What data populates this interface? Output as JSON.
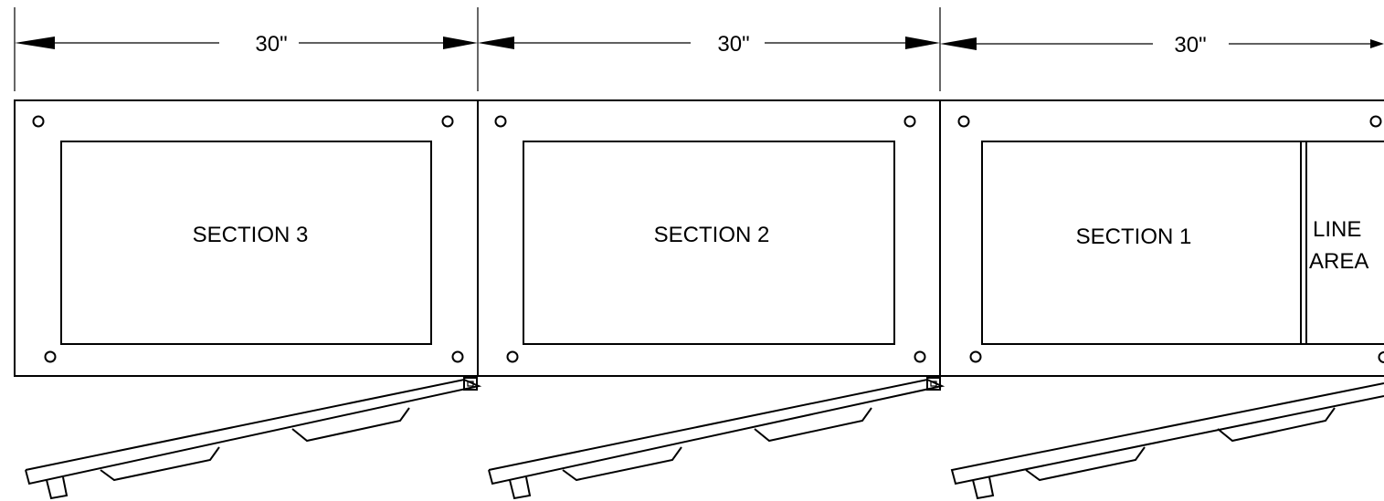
{
  "drawing": {
    "dimensions": [
      {
        "label": "30\""
      },
      {
        "label": "30\""
      },
      {
        "label": "30\""
      }
    ],
    "sections": [
      {
        "label": "SECTION 3"
      },
      {
        "label": "SECTION 2"
      },
      {
        "label": "SECTION 1"
      }
    ],
    "line_area": {
      "line1": "LINE",
      "line2": "AREA"
    },
    "colors": {
      "stroke": "#000000",
      "background": "#ffffff"
    }
  }
}
